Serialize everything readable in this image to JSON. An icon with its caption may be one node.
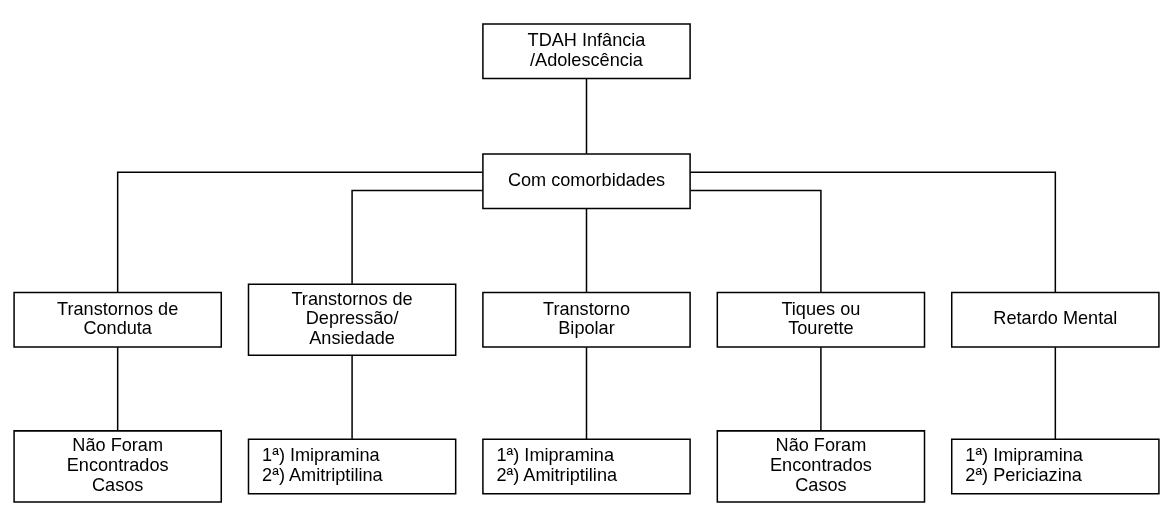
{
  "diagram": {
    "nodes": [
      {
        "text": [
          "TDAH Infância /Adolescência"
        ]
      },
      {
        "text": [
          "Com comorbidades"
        ]
      },
      {
        "text": [
          "Transtornos de Conduta"
        ]
      },
      {
        "text": [
          "Transtornos de Depressão/ Ansiedade"
        ]
      },
      {
        "text": [
          "Transtorno Bipolar"
        ]
      },
      {
        "text": [
          "Tiques ou Tourette"
        ]
      },
      {
        "text": [
          "Retardo Mental"
        ]
      },
      {
        "text": [
          "Não Foram Encontrados Casos"
        ]
      },
      {
        "text": [
          "1ª) Imipramina",
          "2ª) Amitriptilina"
        ]
      },
      {
        "text": [
          "1ª) Imipramina",
          "2ª) Amitriptilina"
        ]
      },
      {
        "text": [
          "Não Foram Encontrados Casos"
        ]
      },
      {
        "text": [
          "1ª) Imipramina",
          "2ª) Periciazina"
        ]
      }
    ],
    "edges": [
      {
        "from": 0,
        "to": 1,
        "arrow": "none"
      },
      {
        "from": 1,
        "to": 2,
        "arrow": "none"
      },
      {
        "from": 1,
        "to": 3,
        "arrow": "none"
      },
      {
        "from": 1,
        "to": 4,
        "arrow": "none"
      },
      {
        "from": 1,
        "to": 5,
        "arrow": "none"
      },
      {
        "from": 1,
        "to": 6,
        "arrow": "none"
      },
      {
        "from": 2,
        "to": 7,
        "arrow": "none"
      },
      {
        "from": 3,
        "to": 8,
        "arrow": "none"
      },
      {
        "from": 4,
        "to": 9,
        "arrow": "none"
      },
      {
        "from": 5,
        "to": 10,
        "arrow": "none"
      },
      {
        "from": 6,
        "to": 11,
        "arrow": "none"
      }
    ]
  }
}
